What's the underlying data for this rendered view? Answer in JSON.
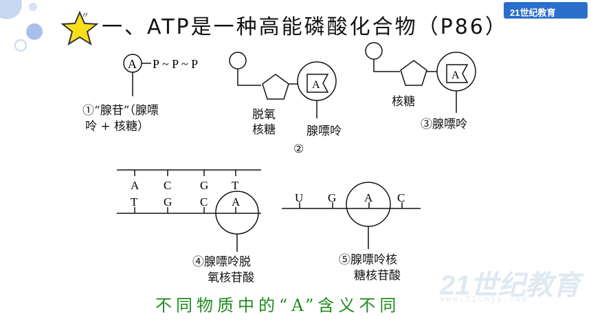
{
  "brand": {
    "text": "21世纪教育"
  },
  "title": "一、ATP是一种高能磷酸化合物（P86）",
  "diagram1": {
    "formula": {
      "a": "A",
      "rest": "P ~ P ~ P"
    },
    "caption_line1": "①“腺苷”（腺嘌",
    "caption_line2": "呤 + 核糖）"
  },
  "diagram2": {
    "circle_letter": "A",
    "sugar_label_line1": "脱氧",
    "sugar_label_line2": "核糖",
    "base_label": "腺嘌呤",
    "number": "②"
  },
  "diagram3": {
    "circle_letter": "A",
    "sugar_label": "核糖",
    "base_label": "③腺嘌呤"
  },
  "diagram4": {
    "top_strand": [
      "A",
      "C",
      "G",
      "T"
    ],
    "bottom_strand": [
      "T",
      "G",
      "C",
      "A"
    ],
    "caption_line1": "④腺嘌呤脱",
    "caption_line2": "氧核苷酸"
  },
  "diagram5": {
    "strand": [
      "U",
      "G",
      "A",
      "C"
    ],
    "caption_line1": "⑤腺嘌呤核",
    "caption_line2": "糖核苷酸"
  },
  "bottom_note": "不同物质中的“A”含义不同",
  "watermark": {
    "main": "21世纪教育",
    "sub": "www.21cnjy.com"
  },
  "colors": {
    "note_green": "#1f8a1f",
    "brand_blue": "#2a6fcb",
    "star_yellow": "#f7e01a",
    "bubble_blue": "#c9d8f2"
  }
}
